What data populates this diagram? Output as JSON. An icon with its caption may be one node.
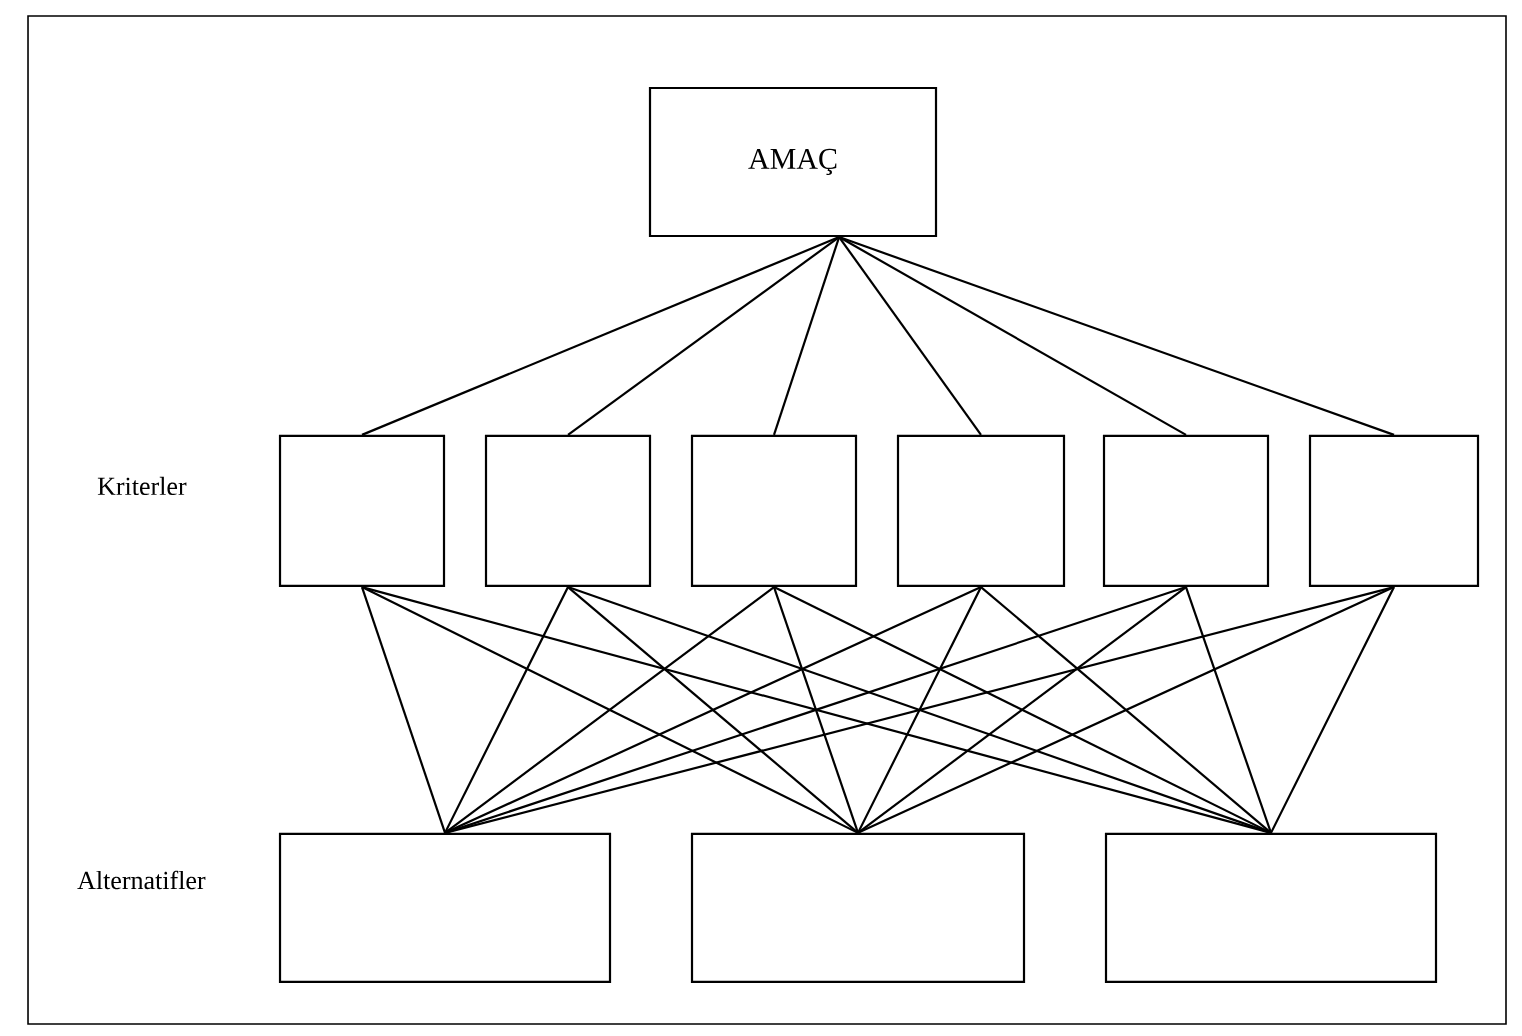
{
  "diagram": {
    "nodes": [
      {
        "text": [
          "AMAÇ"
        ]
      },
      {
        "text": [],
        "shape": "box"
      },
      {
        "text": [],
        "shape": "box"
      },
      {
        "text": [],
        "shape": "box"
      },
      {
        "text": [],
        "shape": "box"
      },
      {
        "text": [],
        "shape": "box"
      },
      {
        "text": [],
        "shape": "box"
      },
      {
        "text": [],
        "shape": "box"
      },
      {
        "text": [],
        "shape": "box"
      },
      {
        "text": [],
        "shape": "box"
      }
    ],
    "edges": [
      {
        "from": 0,
        "to": 1,
        "arrow": "none"
      },
      {
        "from": 0,
        "to": 2,
        "arrow": "none"
      },
      {
        "from": 0,
        "to": 3,
        "arrow": "none"
      },
      {
        "from": 0,
        "to": 4,
        "arrow": "none"
      },
      {
        "from": 0,
        "to": 5,
        "arrow": "none"
      },
      {
        "from": 0,
        "to": 6,
        "arrow": "none"
      },
      {
        "from": 1,
        "to": 7,
        "arrow": "none"
      },
      {
        "from": 1,
        "to": 8,
        "arrow": "none"
      },
      {
        "from": 1,
        "to": 9,
        "arrow": "none"
      },
      {
        "from": 2,
        "to": 7,
        "arrow": "none"
      },
      {
        "from": 2,
        "to": 8,
        "arrow": "none"
      },
      {
        "from": 2,
        "to": 9,
        "arrow": "none"
      },
      {
        "from": 3,
        "to": 7,
        "arrow": "none"
      },
      {
        "from": 3,
        "to": 8,
        "arrow": "none"
      },
      {
        "from": 3,
        "to": 9,
        "arrow": "none"
      },
      {
        "from": 4,
        "to": 7,
        "arrow": "none"
      },
      {
        "from": 4,
        "to": 8,
        "arrow": "none"
      },
      {
        "from": 4,
        "to": 9,
        "arrow": "none"
      },
      {
        "from": 5,
        "to": 7,
        "arrow": "none"
      },
      {
        "from": 5,
        "to": 8,
        "arrow": "none"
      },
      {
        "from": 5,
        "to": 9,
        "arrow": "none"
      },
      {
        "from": 6,
        "to": 7,
        "arrow": "none"
      },
      {
        "from": 6,
        "to": 8,
        "arrow": "none"
      },
      {
        "from": 6,
        "to": 9,
        "arrow": "none"
      }
    ],
    "labels": [
      "Kriterler",
      "Alternatifler"
    ]
  }
}
